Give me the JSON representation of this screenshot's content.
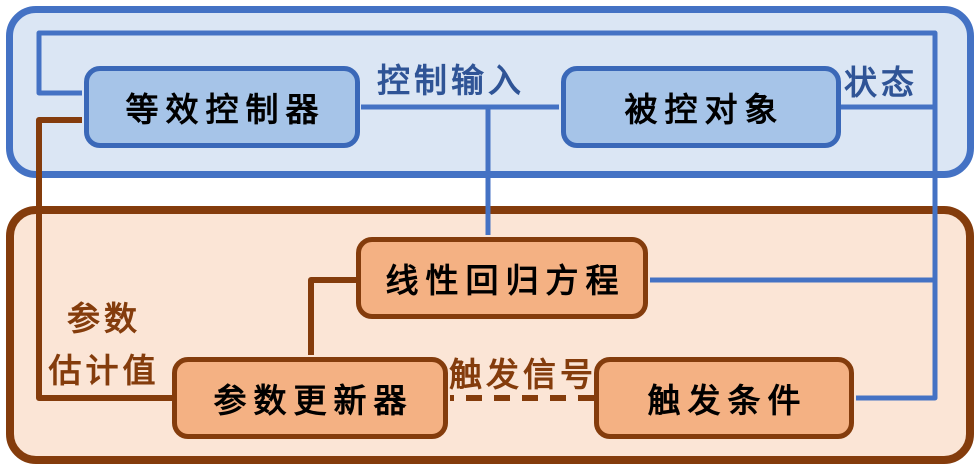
{
  "diagram": {
    "blocks": {
      "controller": "等效控制器",
      "plant": "被控对象",
      "regression": "线性回归方程",
      "updater": "参数更新器",
      "trigger": "触发条件"
    },
    "labels": {
      "control_input": "控制输入",
      "state": "状态",
      "parameter_estimate_line1": "参数",
      "parameter_estimate_line2": "估计值",
      "trigger_signal": "触发信号"
    },
    "colors": {
      "blue_panel_fill": "#dbe6f4",
      "blue_panel_border": "#4472c4",
      "blue_block_fill": "#a6c4e8",
      "blue_block_border": "#3a68b8",
      "blue_connector": "#4472c4",
      "blue_label_text": "#2f5496",
      "orange_panel_fill": "#fbe5d6",
      "orange_block_fill": "#f4b183",
      "brown_border": "#843c0c",
      "brown_connector": "#843c0c",
      "brown_label_text": "#843c0c",
      "block_text": "#000000"
    }
  }
}
